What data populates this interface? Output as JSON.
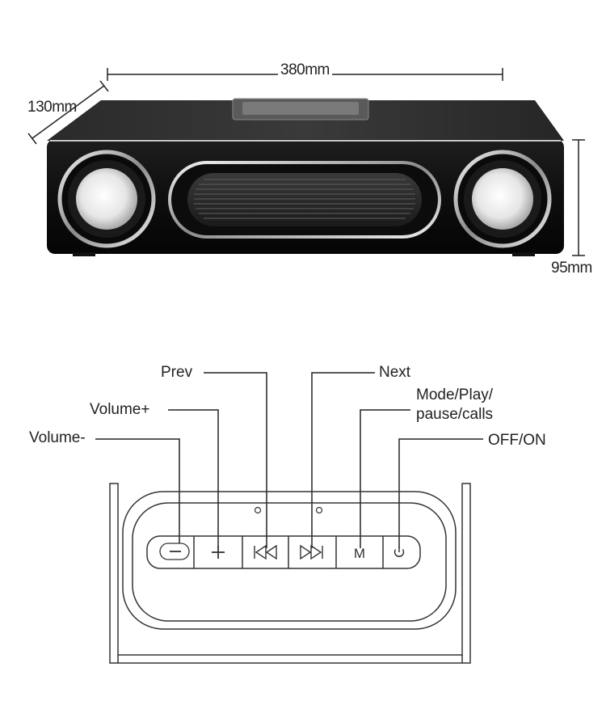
{
  "dimensions": {
    "width": "380mm",
    "depth": "130mm",
    "height": "95mm"
  },
  "controls": {
    "prev": "Prev",
    "next": "Next",
    "volume_up": "Volume+",
    "mode_line1": "Mode/Play/",
    "mode_line2": "pause/calls",
    "volume_down": "Volume-",
    "power": "OFF/ON"
  },
  "buttons": {
    "mode_glyph": "M"
  }
}
